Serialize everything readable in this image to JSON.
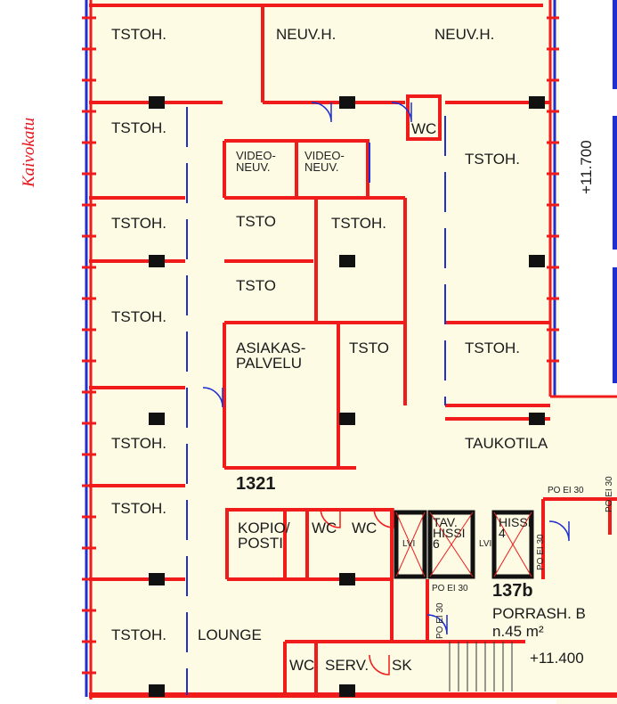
{
  "street_name": "Kaivokatu",
  "floor_level_outside": "+11.700",
  "floor_level_stair": "+11.400",
  "zone_number": "1321",
  "stair": {
    "number": "137b",
    "name": "PORRASH. B",
    "area": "n.45 m²"
  },
  "rooms": [
    "TSTOH.",
    "NEUV.H.",
    "NEUV.H.",
    "TSTOH.",
    "WC",
    "TSTOH.",
    "VIDEO-\nNEUV.",
    "VIDEO-\nNEUV.",
    "TSTOH.",
    "TSTO",
    "TSTOH.",
    "TSTO",
    "TSTOH.",
    "ASIAKAS-\nPALVELU",
    "TSTO",
    "TSTOH.",
    "TSTOH.",
    "TAUKOTILA",
    "TSTOH.",
    "KOPIO/\nPOSTI",
    "WC",
    "WC",
    "TAV.\nHISSI\n6",
    "HISSI\n4",
    "TSTOH.",
    "LOUNGE",
    "WC",
    "SERV.",
    "SK"
  ],
  "small_labels": [
    "PO EI 30",
    "PO EI 30",
    "PO EI 30",
    "PO EI 30",
    "PO EI 30",
    "LVI",
    "LVI"
  ],
  "colors": {
    "wall": "#f01c1c",
    "window": "#1f2fd0",
    "floor": "#fdfbe4",
    "column": "#111111"
  }
}
